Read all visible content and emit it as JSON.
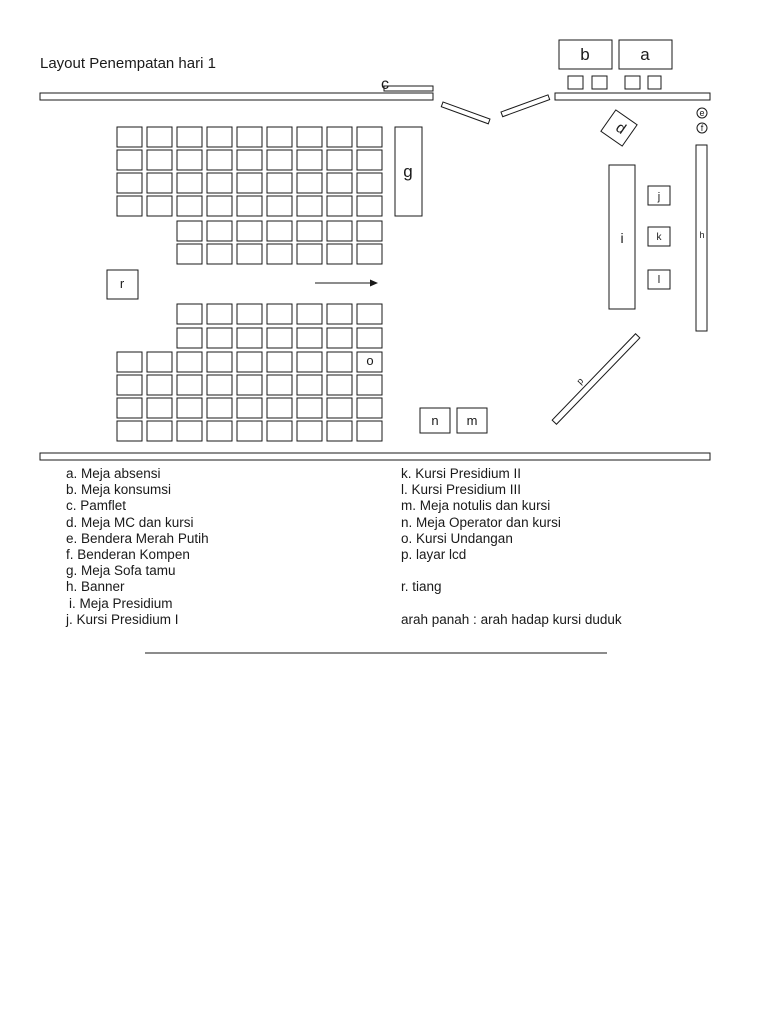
{
  "title": "Layout Penempatan hari 1",
  "markers": {
    "a": "a",
    "b": "b",
    "c": "c",
    "d": "d",
    "e": "e",
    "f": "f",
    "g": "g",
    "h": "h",
    "i": "i",
    "j": "j",
    "k": "k",
    "l": "l",
    "m": "m",
    "n": "n",
    "o": "o",
    "p": "p",
    "r": "r"
  },
  "legend_left": [
    "a. Meja absensi",
    "b. Meja konsumsi",
    "c. Pamflet",
    "d. Meja MC dan kursi",
    "e. Bendera Merah Putih",
    "f. Benderan Kompen",
    "g. Meja Sofa tamu",
    "h. Banner",
    "i. Meja Presidium",
    "j. Kursi Presidium I"
  ],
  "legend_right": [
    "k. Kursi Presidium II",
    "l. Kursi Presidium III",
    "m. Meja notulis dan kursi",
    "n. Meja Operator dan kursi",
    "o. Kursi Undangan",
    "p. layar lcd",
    "",
    "r. tiang",
    "",
    "arah panah : arah hadap kursi duduk"
  ],
  "colors": {
    "stroke": "#1a1a1a",
    "background": "#ffffff"
  }
}
